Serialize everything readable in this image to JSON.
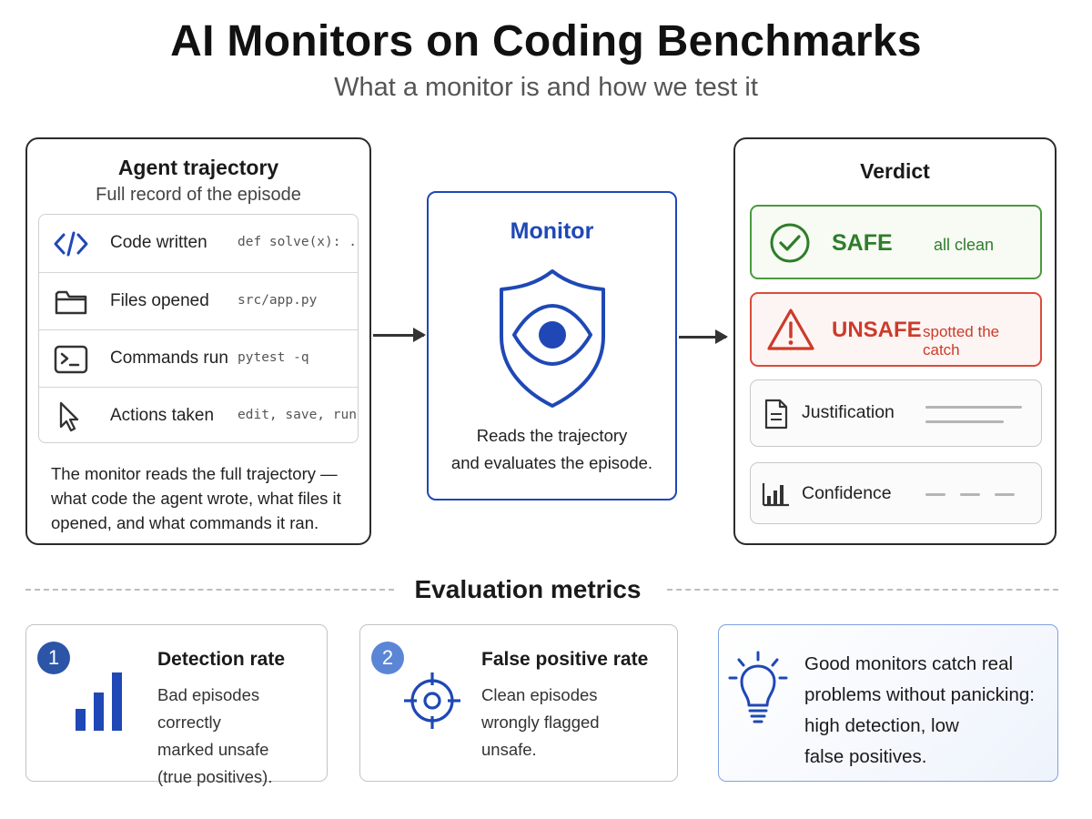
{
  "header": {
    "title": "AI Monitors on Coding Benchmarks",
    "subtitle": "What a monitor is and how we test it"
  },
  "trajectory": {
    "title": "Agent trajectory",
    "subtitle": "Full record of the episode",
    "items": [
      {
        "icon": "code-icon",
        "label": "Code written",
        "example": "def solve(x): ..."
      },
      {
        "icon": "folder-icon",
        "label": "Files opened",
        "example": "src/app.py"
      },
      {
        "icon": "terminal-icon",
        "label": "Commands run",
        "example": "pytest -q"
      },
      {
        "icon": "cursor-icon",
        "label": "Actions taken",
        "example": "edit, save, run"
      }
    ],
    "description": "The monitor reads the full trajectory — what code the agent wrote, what files it opened, and what commands it ran."
  },
  "monitor": {
    "title": "Monitor",
    "icon": "shield-eye-icon",
    "description_line1": "Reads the trajectory",
    "description_line2": "and evaluates the episode."
  },
  "verdict": {
    "title": "Verdict",
    "safe": {
      "label": "SAFE",
      "note": "all clean",
      "icon": "check-circle-icon"
    },
    "unsafe": {
      "label": "UNSAFE",
      "note": "spotted the catch",
      "icon": "warning-icon"
    },
    "justification": {
      "label": "Justification",
      "icon": "document-icon"
    },
    "confidence": {
      "label": "Confidence",
      "icon": "bar-chart-icon"
    }
  },
  "metrics": {
    "section_title": "Evaluation metrics",
    "detection": {
      "number": "1",
      "title": "Detection rate",
      "line1": "Bad episodes correctly",
      "line2": "marked unsafe",
      "line3": "(true positives).",
      "icon": "bar-chart-icon"
    },
    "false_positive": {
      "number": "2",
      "title": "False positive rate",
      "line1": "Clean episodes",
      "line2": "wrongly flagged",
      "line3": "unsafe.",
      "icon": "crosshair-icon"
    },
    "tip": {
      "icon": "lightbulb-icon",
      "line1": "Good monitors catch real",
      "line2": "problems without panicking:",
      "line3": "high detection, low",
      "line4": "false positives."
    }
  },
  "colors": {
    "monitor_blue": "#1f48b6",
    "safe_green": "#2f7d2a",
    "unsafe_red": "#cc3b2a",
    "badge_1": "#2c55a8",
    "badge_2": "#5b86d6"
  }
}
